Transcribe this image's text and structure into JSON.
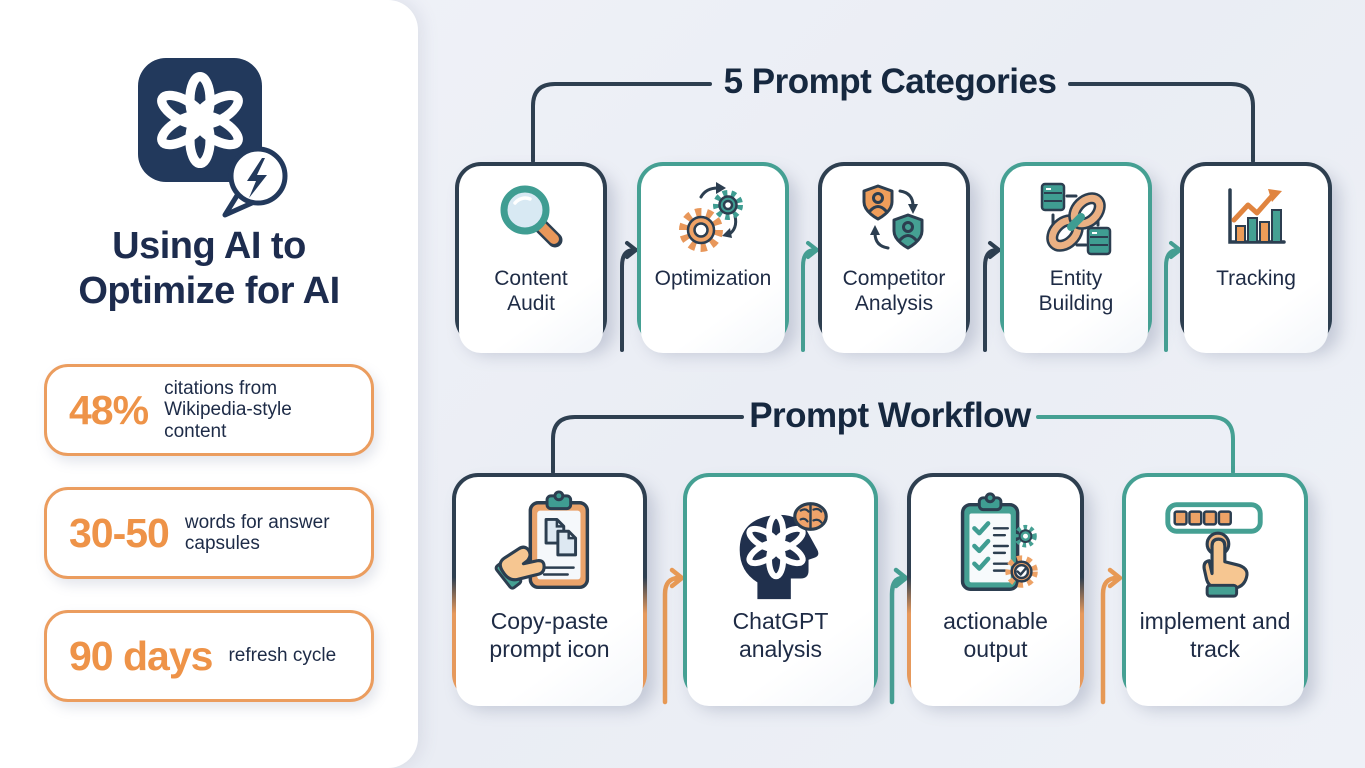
{
  "left_panel": {
    "logo": {
      "icon": "chatgpt-logo-icon",
      "badge_icon": "lightning-bolt-icon"
    },
    "title": "Using AI to Optimize for AI",
    "stats": [
      {
        "value": "48%",
        "label": "citations from Wikipedia-style content"
      },
      {
        "value": "30-50",
        "label": "words for answer capsules"
      },
      {
        "value": "90 days",
        "label": "refresh cycle"
      }
    ]
  },
  "categories_section": {
    "title": "5 Prompt Categories",
    "cards": [
      {
        "label": "Content Audit",
        "icon": "magnifier-icon",
        "accent": "#2e3f50"
      },
      {
        "label": "Optimization",
        "icon": "gears-icon",
        "accent": "#45a093"
      },
      {
        "label": "Competitor Analysis",
        "icon": "shields-swap-icon",
        "accent": "#2e3f50"
      },
      {
        "label": "Entity Building",
        "icon": "chain-links-icon",
        "accent": "#45a093"
      },
      {
        "label": "Tracking",
        "icon": "growth-chart-icon",
        "accent": "#2e3f50"
      }
    ]
  },
  "workflow_section": {
    "title": "Prompt Workflow",
    "cards": [
      {
        "label": "Copy-paste prompt icon",
        "icon": "clipboard-hand-icon",
        "accent": "#2e3f50 / #e6995c"
      },
      {
        "label": "ChatGPT analysis",
        "icon": "head-brain-icon",
        "accent": "#45a093"
      },
      {
        "label": "actionable output",
        "icon": "checklist-gears-icon",
        "accent": "#2e3f50 / #e6995c"
      },
      {
        "label": "implement and track",
        "icon": "progress-click-icon",
        "accent": "#45a093"
      }
    ]
  },
  "colors": {
    "navy": "#2e3f50",
    "teal": "#45a093",
    "orange": "#e89a55",
    "text_dark": "#1b2a44",
    "panel_bg": "#ffffff",
    "canvas_bg": "#edf0f6"
  }
}
